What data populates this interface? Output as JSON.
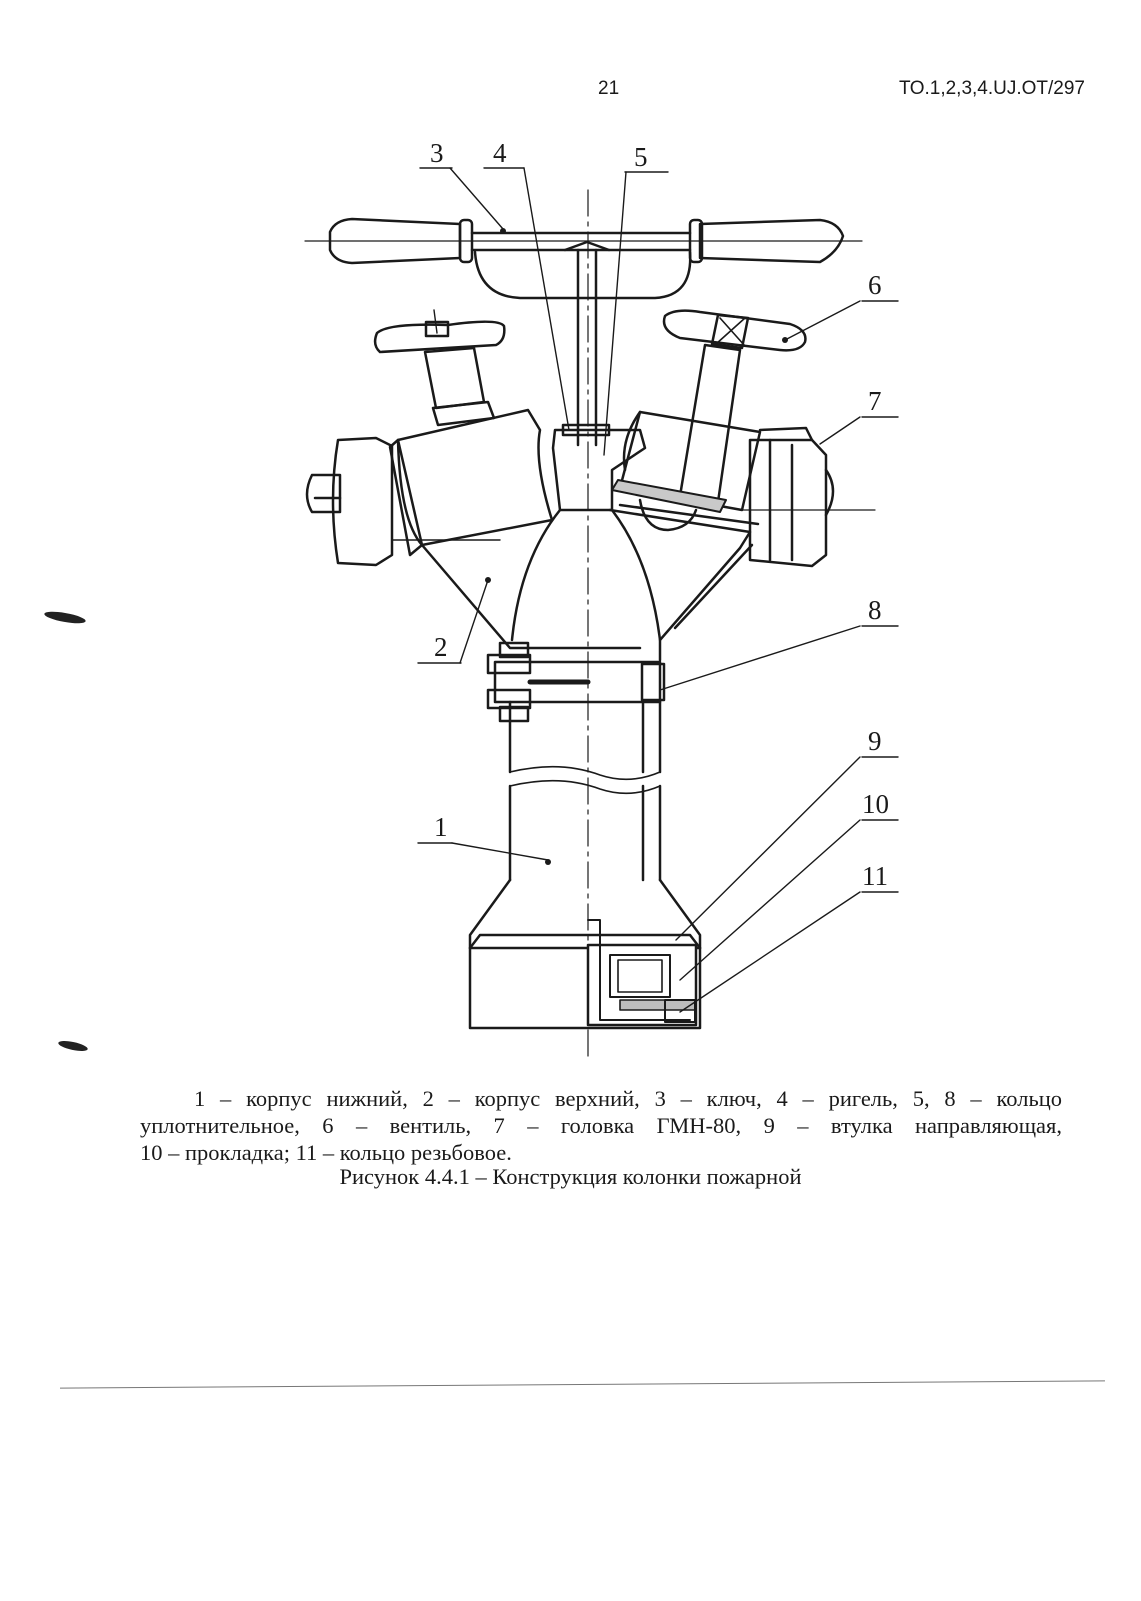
{
  "header": {
    "page_number": "21",
    "document_code": "ТО.1,2,3,4.UJ.OT/297"
  },
  "figure": {
    "callouts": [
      "1",
      "2",
      "3",
      "4",
      "5",
      "6",
      "7",
      "8",
      "9",
      "10",
      "11"
    ]
  },
  "caption": {
    "line1": "1 – корпус нижний, 2 – корпус верхний, 3 – ключ, 4 – ригель, 5, 8 – кольцо",
    "line2": "уплотнительное, 6 – вентиль, 7 – головка ГМН-80, 9 – втулка направляющая,",
    "line3": "10 – прокладка; 11 – кольцо резьбовое.",
    "figure_title": "Рисунок 4.4.1 – Конструкция колонки пожарной"
  }
}
